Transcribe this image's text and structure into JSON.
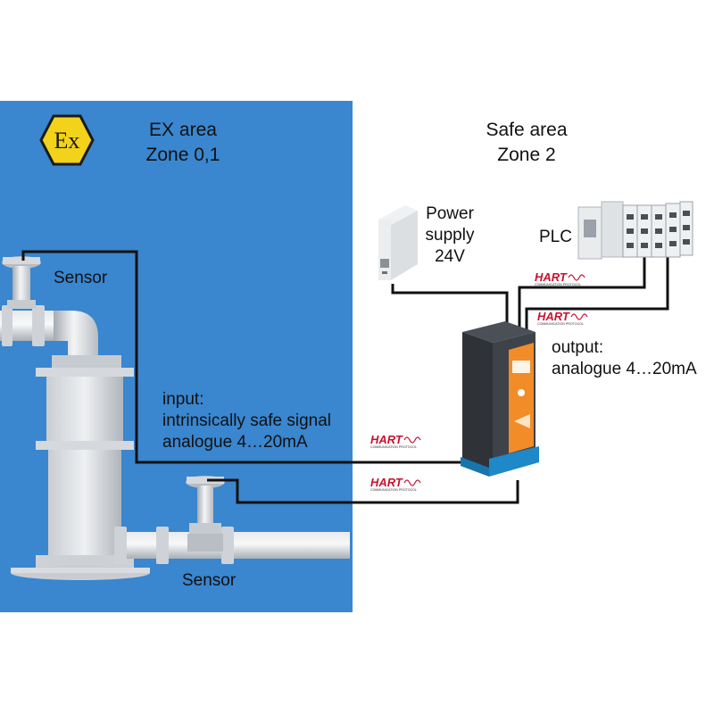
{
  "ex_area": {
    "title_line1": "EX area",
    "title_line2": "Zone 0,1",
    "background_color": "#3a86cf",
    "ex_symbol": {
      "icon": "ex-hazard-icon",
      "text": "Ex",
      "fill": "#f2d21a"
    },
    "sensor_top_label": "Sensor",
    "sensor_bottom_label": "Sensor",
    "input": {
      "line1": "input:",
      "line2": "intrinsically safe signal",
      "line3": "analogue 4…20mA"
    }
  },
  "safe_area": {
    "title_line1": "Safe area",
    "title_line2": "Zone 2",
    "power_supply": {
      "line1": "Power",
      "line2": "supply",
      "line3": "24V"
    },
    "plc_label": "PLC",
    "output": {
      "line1": "output:",
      "line2": "analogue 4…20mA"
    }
  },
  "hart_logo": {
    "word": "HART",
    "subtitle": "COMMUNICATION PROTOCOL",
    "color": "#c8102e"
  },
  "wire_color": "#111111",
  "isolator_accent": "#f28c28"
}
